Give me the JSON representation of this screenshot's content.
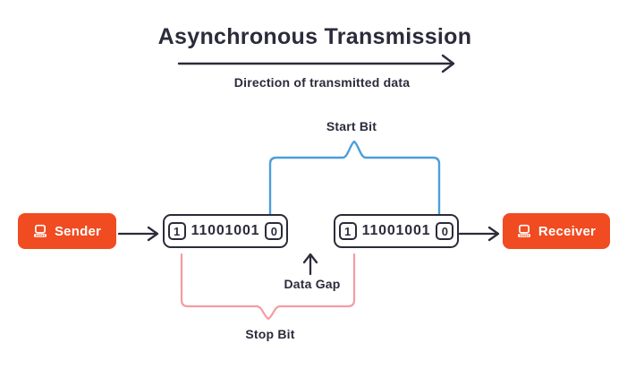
{
  "header": {
    "title": "Asynchronous Transmission",
    "direction_label": "Direction of transmitted data"
  },
  "labels": {
    "start_bit": "Start Bit",
    "stop_bit": "Stop Bit",
    "data_gap": "Data Gap"
  },
  "sender": {
    "label": "Sender",
    "icon": "laptop-icon"
  },
  "receiver": {
    "label": "Receiver",
    "icon": "laptop-icon"
  },
  "frames": [
    {
      "stop_bit": "1",
      "data_bits": "11001001",
      "start_bit": "0"
    },
    {
      "stop_bit": "1",
      "data_bits": "11001001",
      "start_bit": "0"
    }
  ],
  "colors": {
    "accent_orange": "#F14B21",
    "start_bit_blue": "#4C9ED9",
    "stop_bit_pink": "#F59CA0",
    "ink": "#2B2B3B",
    "background": "#FFFFFF"
  }
}
